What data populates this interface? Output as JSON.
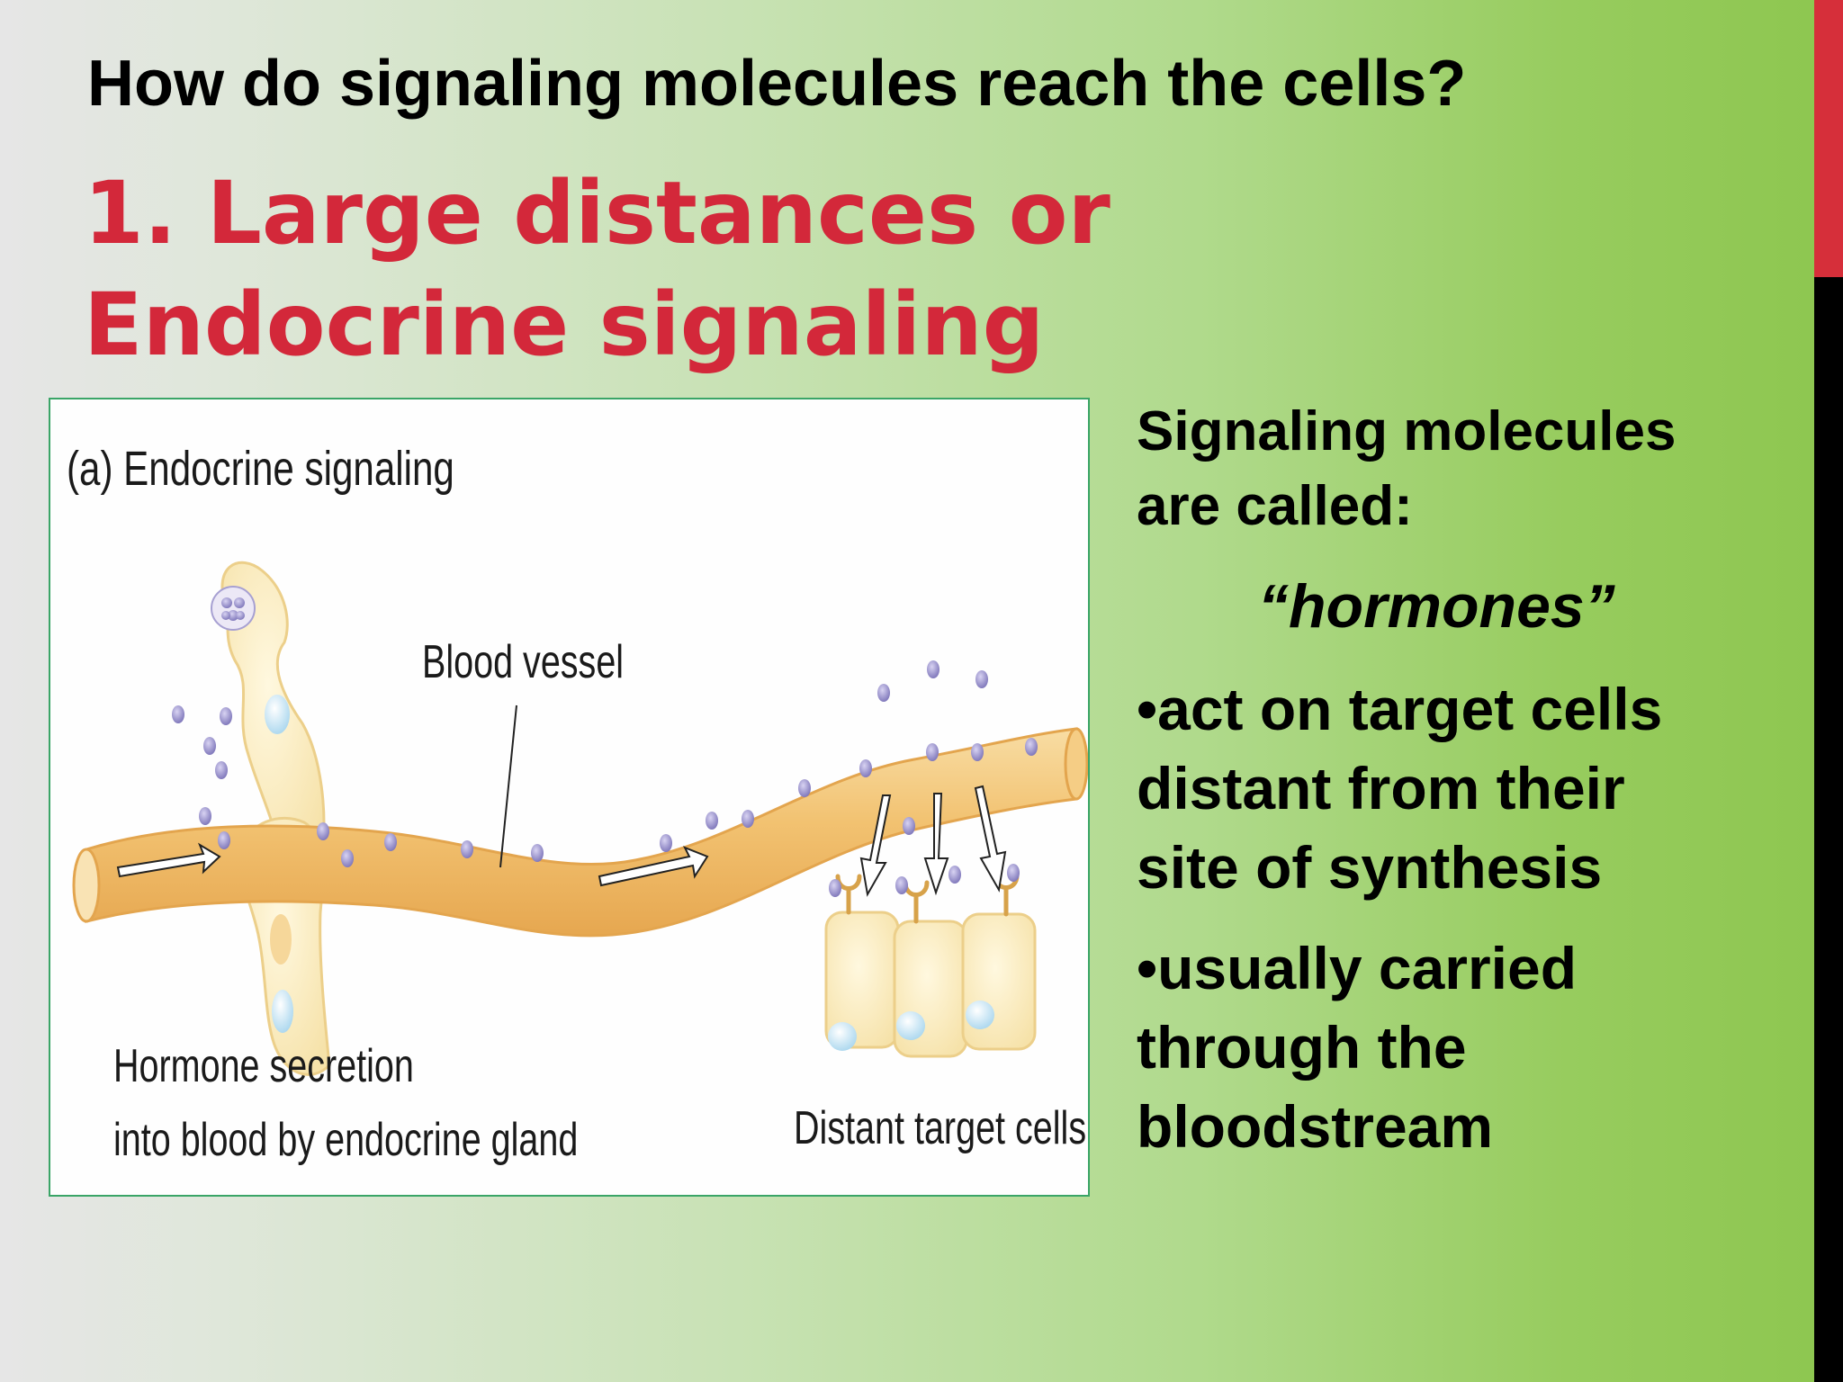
{
  "slide": {
    "question": "How do signaling molecules reach the cells?",
    "heading_line1": "1. Large distances or",
    "heading_line2": "Endocrine signaling"
  },
  "figure": {
    "title": "(a) Endocrine signaling",
    "vessel_label": "Blood vessel",
    "secretion_line1": "Hormone secretion",
    "secretion_line2": "into blood by endocrine gland",
    "target_label": "Distant target cells"
  },
  "side": {
    "intro_line1": "Signaling molecules",
    "intro_line2": "are called:",
    "term": "“hormones”",
    "bullet1_line1": "•act on target cells",
    "bullet1_line2": "distant from their",
    "bullet1_line3": "site of synthesis",
    "bullet2_line1": "•usually carried",
    "bullet2_line2": "through the",
    "bullet2_line3": "bloodstream"
  },
  "colors": {
    "heading": "#d3283a",
    "accent_bar_top": "#d62f3a",
    "accent_bar_bottom": "#000000",
    "figure_border": "#3aa567",
    "vessel": "#f2c271",
    "hormone_dot": "#9189c8"
  }
}
